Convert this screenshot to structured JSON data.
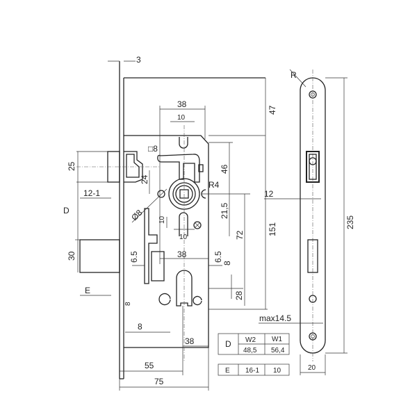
{
  "drawing": {
    "dims": {
      "faceplate_thickness": "3",
      "width_38_top": "38",
      "width_10_top": "10",
      "square_8": "□8",
      "top_47": "47",
      "h_46": "46",
      "r4": "R4",
      "h_21_5": "21,5",
      "h_72": "72",
      "h_151": "151",
      "h_24": "24",
      "dia_8": "Ø8",
      "w_10_mid": "10",
      "h_10_mid": "10",
      "left_6_5": "6.5",
      "right_6_5": "6.5",
      "w_38_mid": "38",
      "right_8": "8",
      "h_28": "28",
      "left_8": "8",
      "bottom_8": "8",
      "bottom_38": "38",
      "bottom_55": "55",
      "bottom_75": "75",
      "latch_25": "25",
      "latch_12": "12-1",
      "d_label": "D",
      "bolt_30": "30",
      "e_label": "E",
      "side_r": "R",
      "side_12": "12",
      "side_235": "235",
      "max_14_5": "max14.5",
      "side_20": "20"
    },
    "table_d": {
      "row_label": "D",
      "headers": [
        "W2",
        "W1"
      ],
      "values": [
        "48,5",
        "56,4"
      ]
    },
    "table_e": {
      "row_label": "E",
      "values": [
        "16-1",
        "10"
      ]
    }
  }
}
